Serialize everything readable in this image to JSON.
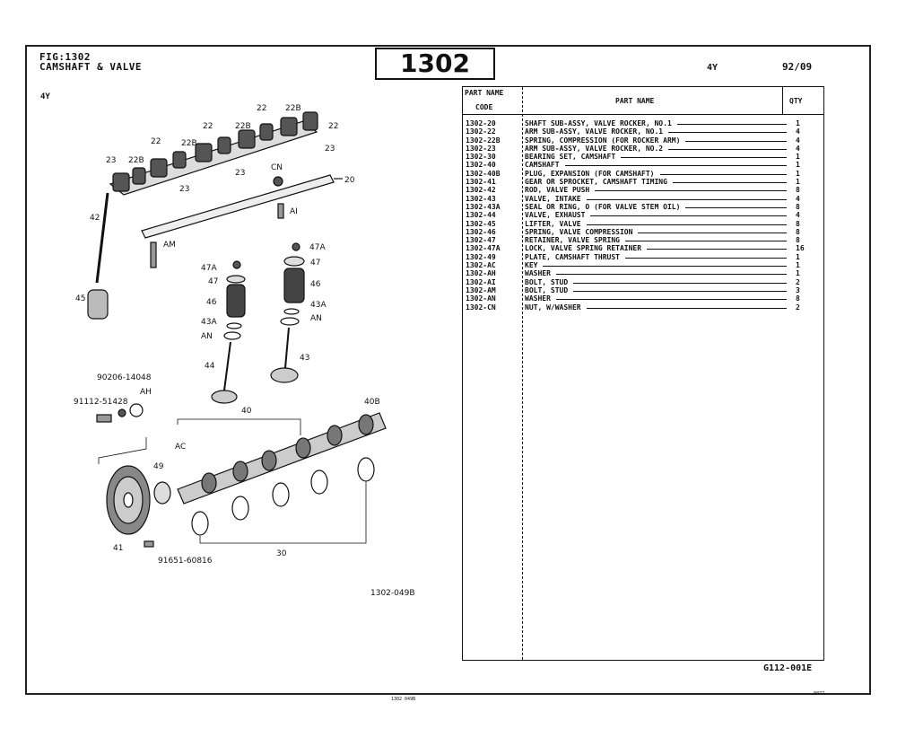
{
  "header": {
    "fig_line1": "FIG:1302",
    "fig_line2": "CAMSHAFT & VALVE",
    "fig_number": "1302",
    "engine_left": "4Y",
    "engine_right": "4Y",
    "date": "92/09"
  },
  "table": {
    "header_code_1": "PART NAME",
    "header_code_2": "CODE",
    "header_name": "PART  NAME",
    "header_qty": "QTY",
    "rows": [
      {
        "code": "1302-20",
        "name": "SHAFT SUB-ASSY, VALVE ROCKER, NO.1",
        "qty": "1"
      },
      {
        "code": "1302-22",
        "name": "ARM SUB-ASSY, VALVE ROCKER, NO.1",
        "qty": "4"
      },
      {
        "code": "1302-22B",
        "name": "SPRING, COMPRESSION (FOR ROCKER ARM)",
        "qty": "4"
      },
      {
        "code": "1302-23",
        "name": "ARM SUB-ASSY, VALVE ROCKER, NO.2",
        "qty": "4"
      },
      {
        "code": "1302-30",
        "name": "BEARING SET, CAMSHAFT",
        "qty": "1"
      },
      {
        "code": "1302-40",
        "name": "CAMSHAFT",
        "qty": "1"
      },
      {
        "code": "1302-40B",
        "name": "PLUG, EXPANSION (FOR CAMSHAFT)",
        "qty": "1"
      },
      {
        "code": "1302-41",
        "name": "GEAR OR SPROCKET, CAMSHAFT TIMING",
        "qty": "1"
      },
      {
        "code": "1302-42",
        "name": "ROD, VALVE PUSH",
        "qty": "8"
      },
      {
        "code": "1302-43",
        "name": "VALVE, INTAKE",
        "qty": "4"
      },
      {
        "code": "1302-43A",
        "name": "SEAL OR RING, O (FOR VALVE STEM OIL)",
        "qty": "8"
      },
      {
        "code": "1302-44",
        "name": "VALVE, EXHAUST",
        "qty": "4"
      },
      {
        "code": "1302-45",
        "name": "LIFTER, VALVE",
        "qty": "8"
      },
      {
        "code": "1302-46",
        "name": "SPRING, VALVE COMPRESSION",
        "qty": "8"
      },
      {
        "code": "1302-47",
        "name": "RETAINER, VALVE SPRING",
        "qty": "8"
      },
      {
        "code": "1302-47A",
        "name": "LOCK, VALVE SPRING RETAINER",
        "qty": "16"
      },
      {
        "code": "1302-49",
        "name": "PLATE, CAMSHAFT THRUST",
        "qty": "1"
      },
      {
        "code": "1302-AC",
        "name": "KEY",
        "qty": "1"
      },
      {
        "code": "1302-AH",
        "name": "WASHER",
        "qty": "1"
      },
      {
        "code": "1302-AI",
        "name": "BOLT, STUD",
        "qty": "2"
      },
      {
        "code": "1302-AM",
        "name": "BOLT, STUD",
        "qty": "3"
      },
      {
        "code": "1302-AN",
        "name": "WASHER",
        "qty": "8"
      },
      {
        "code": "1302-CN",
        "name": "NUT, W/WASHER",
        "qty": "2"
      }
    ]
  },
  "diagram": {
    "labels": {
      "l22a": "22",
      "l22b": "22",
      "l22c": "22",
      "l22d": "22",
      "l22Ba": "22B",
      "l22Bb": "22B",
      "l22Bc": "22B",
      "l22Bd": "22B",
      "l23a": "23",
      "l23b": "23",
      "l23c": "23",
      "l23d": "23",
      "l20": "20",
      "lCN": "CN",
      "lAI": "AI",
      "lAM": "AM",
      "l42": "42",
      "l45": "45",
      "l47Aa": "47A",
      "l47a": "47",
      "l46a": "46",
      "l43Aa": "43A",
      "lANa": "AN",
      "l44": "44",
      "l47Ab": "47A",
      "l47b": "47",
      "l46b": "46",
      "l43Ab": "43A",
      "lANb": "AN",
      "l43": "43",
      "p1": "90206-14048",
      "p2": "91112-51428",
      "lAH": "AH",
      "lAC": "AC",
      "l40": "40",
      "l40B": "40B",
      "l49": "49",
      "l41": "41",
      "l30": "30",
      "p3": "91651-60816"
    }
  },
  "footer": {
    "ref": "1302-049B",
    "page_code": "G112-001E",
    "center_mark": "1302  049B",
    "right_mark": "0077"
  }
}
